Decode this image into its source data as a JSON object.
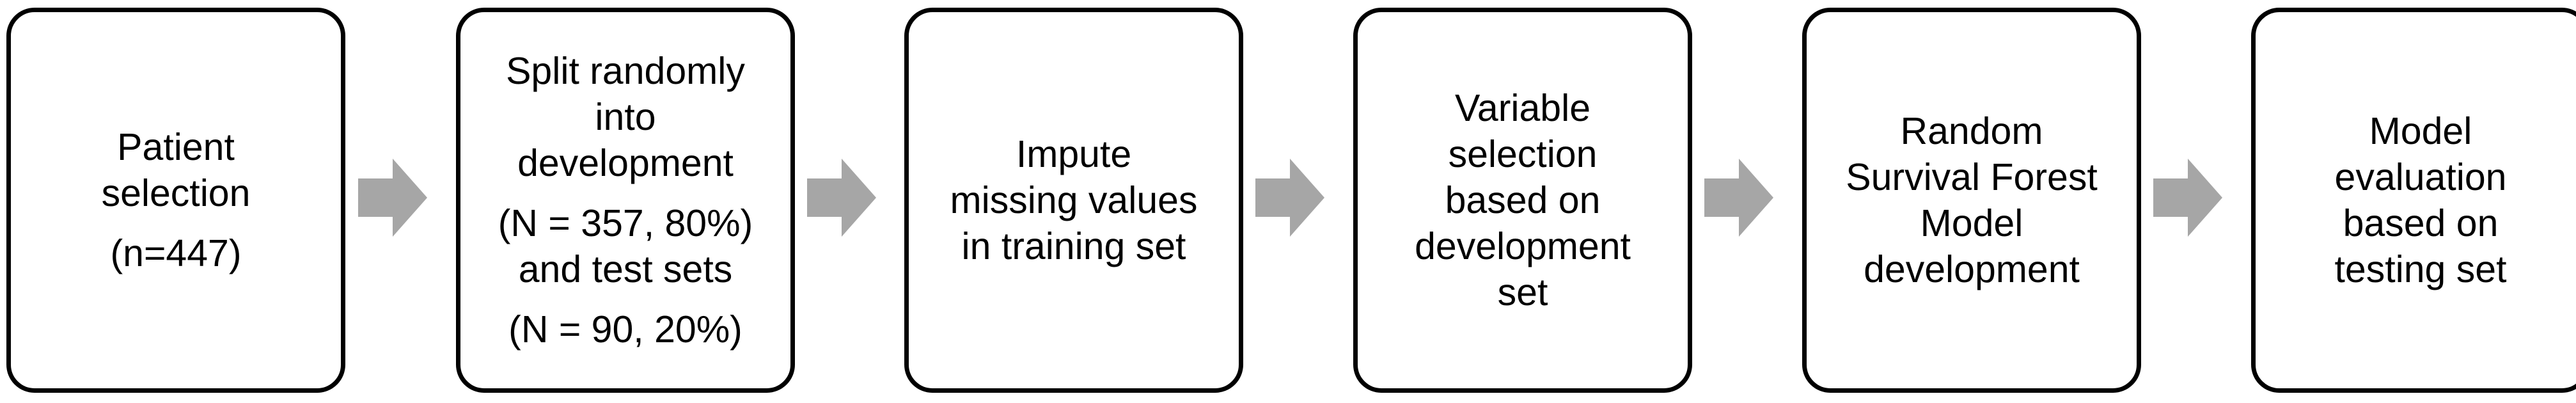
{
  "steps": [
    {
      "lines": [
        "Patient",
        "selection",
        "(n=447)"
      ]
    },
    {
      "lines": [
        "Split randomly",
        "into",
        "development",
        "(N = 357, 80%)",
        "and test sets",
        "(N = 90, 20%)"
      ]
    },
    {
      "lines": [
        "Impute",
        "missing values",
        "in training set"
      ]
    },
    {
      "lines": [
        "Variable",
        "selection",
        "based on",
        "development",
        "set"
      ]
    },
    {
      "lines": [
        "Random",
        "Survival Forest",
        "Model",
        "development"
      ]
    },
    {
      "lines": [
        "Model",
        "evaluation",
        "based on",
        "testing set"
      ]
    }
  ],
  "colors": {
    "box_border": "#000000",
    "box_fill": "#ffffff",
    "arrow_fill": "#a6a6a6",
    "text": "#000000"
  }
}
